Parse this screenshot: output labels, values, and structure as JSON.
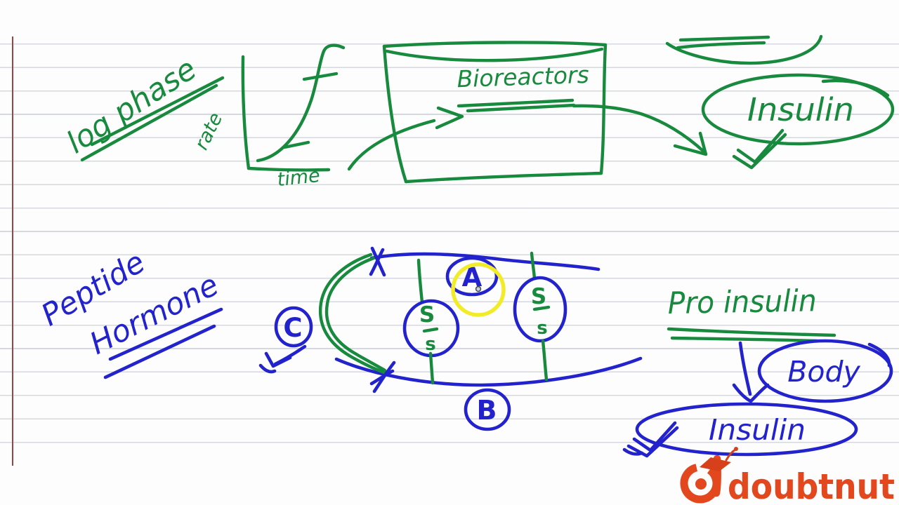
{
  "colors": {
    "green_ink": "#178a3e",
    "green_ink_dark": "#1d7c33",
    "blue_ink": "#2323cd",
    "yellow_highlight": "#f2ec28",
    "margin_red": "#9c4343",
    "ruled_line_gray": "#dfe1e4",
    "logo_orange": "#e2471d",
    "paper_white": "#fdfdfd"
  },
  "top_row": {
    "log_phase_label": "log phase",
    "growth_graph": {
      "y_axis_label": "rate",
      "x_axis_label": "time"
    },
    "bioreactor_label": "Bioreactors",
    "insulin_label": "Insulin"
  },
  "bottom_row": {
    "peptide_note_line1": "Peptide",
    "peptide_note_line2": "Hormone",
    "proinsulin_diagram": {
      "chain_c_label": "C",
      "chain_a_label": "A",
      "chain_b_label": "B",
      "disulfide_left": {
        "s_top": "S",
        "s_bottom": "s"
      },
      "disulfide_right": {
        "s_top": "S",
        "s_bottom": "s"
      }
    },
    "proinsulin_label": "Pro insulin",
    "body_label": "Body",
    "insulin_label": "Insulin"
  },
  "branding": {
    "logo_text": "doubtnut"
  },
  "icons": [
    "doubtnut-logo-icon",
    "graduation-cap-icon",
    "checkmark-icon",
    "arrow-icon",
    "cursor-dot",
    "yellow-highlight-circle"
  ]
}
